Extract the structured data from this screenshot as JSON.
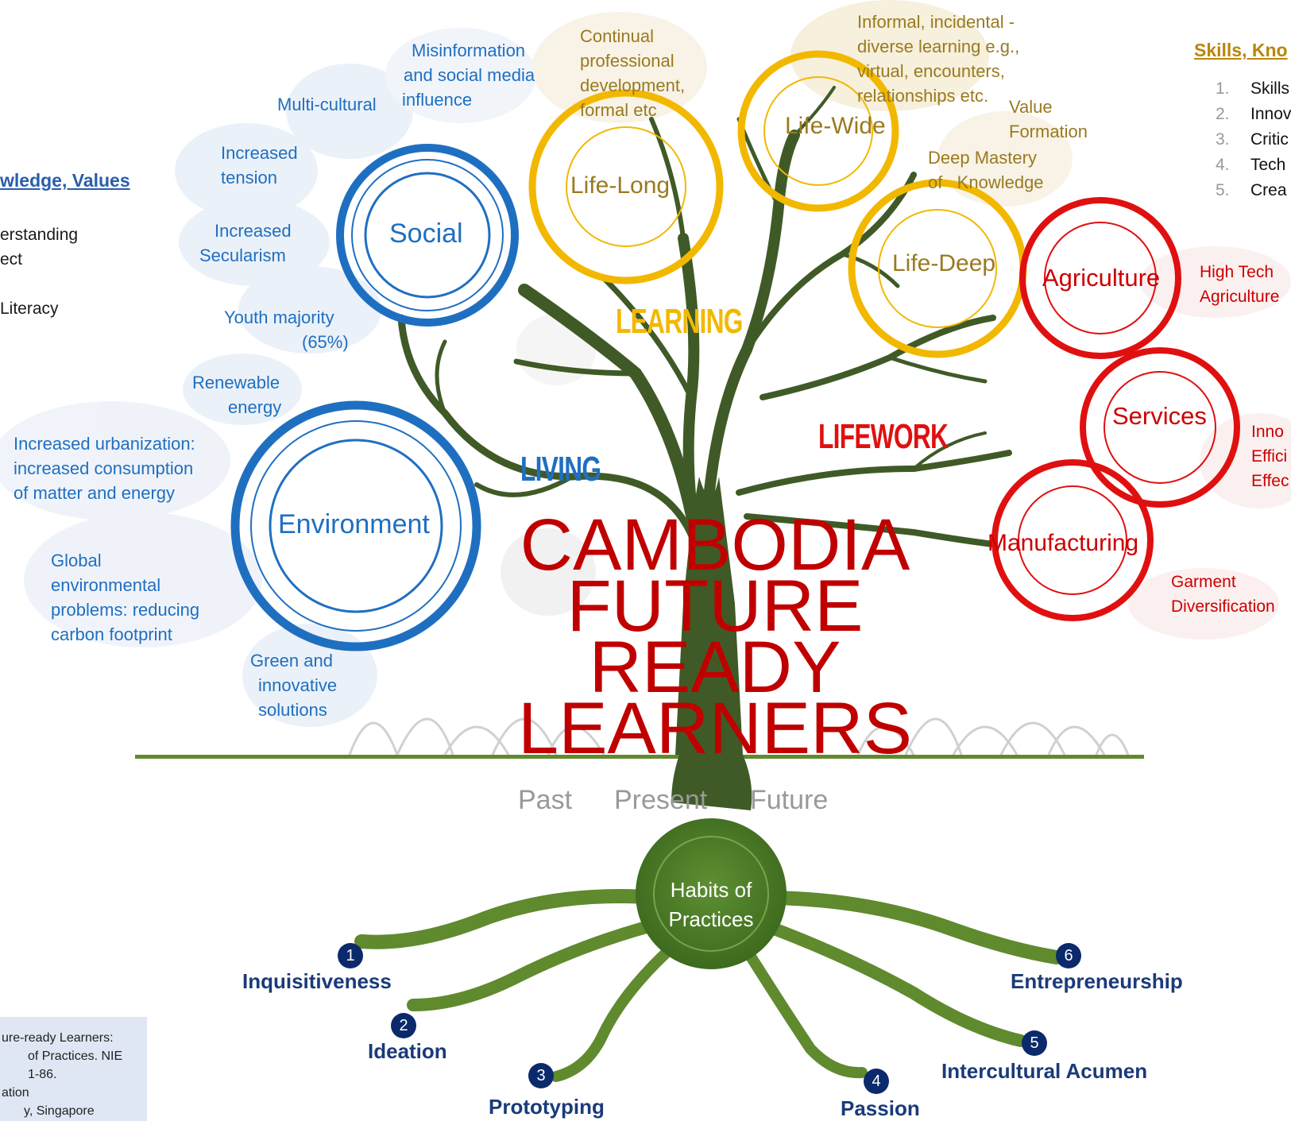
{
  "left_panel": {
    "heading": "wledge, Values",
    "items": [
      "erstanding",
      "ect",
      "Literacy"
    ]
  },
  "right_panel": {
    "heading": "Skills, Kno",
    "items": [
      {
        "num": "1.",
        "text": "Skills"
      },
      {
        "num": "2.",
        "text": "Innov"
      },
      {
        "num": "3.",
        "text": "Critic"
      },
      {
        "num": "4.",
        "text": "Tech"
      },
      {
        "num": "5.",
        "text": "Crea"
      }
    ]
  },
  "social": {
    "label": "Social",
    "notes": {
      "misinformation": [
        "Misinformation",
        "and social media",
        "influence"
      ],
      "multicultural": "Multi-cultural",
      "tension": [
        "Increased",
        "tension"
      ],
      "secularism": [
        "Increased",
        "Secularism"
      ],
      "youth": [
        "Youth majority",
        "(65%)"
      ]
    }
  },
  "environment": {
    "label": "Environment",
    "notes": {
      "renewable": [
        "Renewable",
        "energy"
      ],
      "urbanization": [
        "Increased urbanization:",
        "increased consumption",
        "of matter and energy"
      ],
      "global": [
        "Global",
        "environmental",
        "problems: reducing",
        "carbon footprint"
      ],
      "green": [
        "Green and",
        "innovative",
        "solutions"
      ]
    }
  },
  "learning": {
    "lifelong": "Life-Long",
    "lifewide": "Life-Wide",
    "lifedeep": "Life-Deep",
    "notes": {
      "continual": [
        "Continual",
        "professional",
        "development,",
        "formal etc"
      ],
      "informal": [
        "Informal, incidental -",
        "diverse learning e.g.,",
        "virtual, encounters,",
        "relationships etc."
      ],
      "value": [
        "Value",
        "Formation"
      ],
      "mastery": [
        "Deep Mastery",
        "of   Knowledge"
      ]
    }
  },
  "lifework": {
    "agriculture": "Agriculture",
    "services": "Services",
    "manufacturing": "Manufacturing",
    "notes": {
      "hightech": [
        "High Tech",
        "Agriculture"
      ],
      "services": [
        "Inno",
        "Effici",
        "Effec"
      ],
      "garment": [
        "Garment",
        "Diversification"
      ]
    }
  },
  "captions": {
    "learning": "LEARNING",
    "living": "LIVING",
    "lifework": "LIFEWORK"
  },
  "title": [
    "CAMBODIA",
    "FUTURE",
    "READY",
    "LEARNERS"
  ],
  "timeline": [
    "Past",
    "Present",
    "Future"
  ],
  "root_center": [
    "Habits of",
    "Practices"
  ],
  "habits": [
    {
      "num": "1",
      "label": "Inquisitiveness"
    },
    {
      "num": "2",
      "label": "Ideation"
    },
    {
      "num": "3",
      "label": "Prototyping"
    },
    {
      "num": "4",
      "label": "Passion"
    },
    {
      "num": "5",
      "label": "Intercultural Acumen"
    },
    {
      "num": "6",
      "label": "Entrepreneurship"
    }
  ],
  "reference": [
    "ure-ready Learners:",
    "of Practices. NIE",
    "1-86.",
    "ation",
    "y, Singapore"
  ],
  "colors": {
    "blue": "#1f6fc1",
    "gold": "#f2b800",
    "red": "#e01010",
    "trunk": "#3f5a26",
    "root": "#5f8a2e",
    "title_red": "#c00000"
  }
}
